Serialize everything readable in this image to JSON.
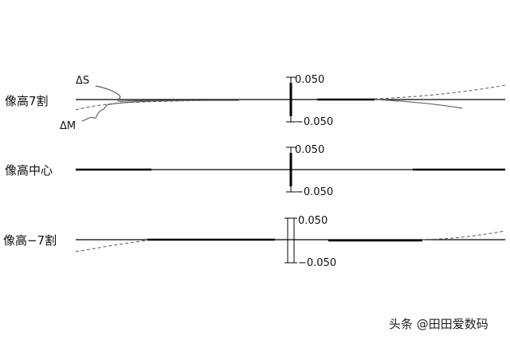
{
  "rows": [
    {
      "label": "像高7割",
      "tick_top": "0.050",
      "tick_bottom": "−0.050"
    },
    {
      "label": "像高中心",
      "tick_top": "0.050",
      "tick_bottom": "−0.050"
    },
    {
      "label": "像高−7割",
      "tick_top": "0.050",
      "tick_bottom": "−0.050"
    }
  ],
  "annotations": {
    "delta_s": "ΔS",
    "delta_m": "ΔM"
  },
  "watermark": "头条 @田田爱数码"
}
